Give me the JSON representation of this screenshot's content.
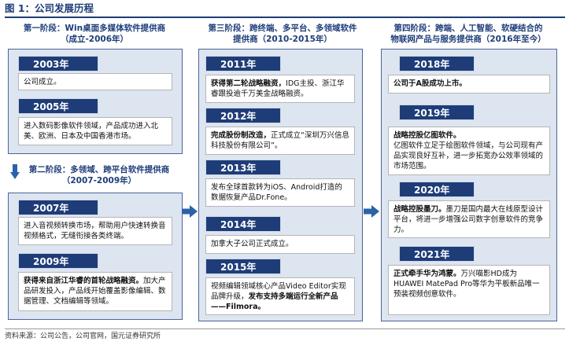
{
  "title": "图 1：公司发展历程",
  "source": "资料来源：公司公告，公司官网，国元证券研究所",
  "stages": [
    {
      "head_line1": "第一阶段：Win桌面多媒体软件提供商",
      "head_line2": "（成立-2006年）",
      "events": [
        {
          "year": "2003年",
          "text": "公司成立。"
        },
        {
          "year": "2005年",
          "text": "进入数码影像软件领域，产品成功进入北美、欧洲、日本及中国香港市场。"
        }
      ]
    },
    {
      "head_line1": "第二阶段：多领域、跨平台软件提供商",
      "head_line2": "（2007-2009年）",
      "events": [
        {
          "year": "2007年",
          "text": "进入音视频转换市场，帮助用户快速转换音视频格式，无缝衔接各类终端。"
        },
        {
          "year": "2009年",
          "text_bold": "获得来自浙江华睿的首轮战略融资。",
          "text": "加大产品研发投入，产品线开始覆盖影像编辑、数据管理、文档编辑等领域。"
        }
      ]
    },
    {
      "head_line1": "第三阶段：跨终端、多平台、多领域软件",
      "head_line2": "提供商（2010-2015年）",
      "events": [
        {
          "year": "2011年",
          "text_bold": "获得第二轮战略融资，",
          "text": "IDG主投、浙江华睿跟投逾千万美金战略融资。"
        },
        {
          "year": "2012年",
          "text_bold": "完成股份制改造，",
          "text": "正式成立“深圳万兴信息科技股份有限公司”。"
        },
        {
          "year": "2013年",
          "text": "发布全球首款转为iOS、Android打造的数据恢复产品Dr.Fone。"
        },
        {
          "year": "2014年",
          "text": "加拿大子公司正式成立。"
        },
        {
          "year": "2015年",
          "text": "视频编辑领域核心产品Video Editor实现品牌升级，",
          "text_bold": "发布支持多端运行全新产品——Filmora。"
        }
      ]
    },
    {
      "head_line1": "第四阶段：跨端、人工智能、软硬结合的",
      "head_line2": "物联网产品与服务提供商（2016年至今）",
      "events": [
        {
          "year": "2018年",
          "text_bold": "公司于A股成功上市。"
        },
        {
          "year": "2019年",
          "text_bold": "战略控股亿图软件。",
          "text": "亿图软件立足于绘图软件领域，与公司现有产品实现良好互补，进一步拓宽办公效率领域的市场范围。"
        },
        {
          "year": "2020年",
          "text_bold": "战略控股墨刀。",
          "text": "墨刀是国内最大在线原型设计平台，将进一步增强公司数字创意软件的竞争力。"
        },
        {
          "year": "2021年",
          "text_bold": "正式牵手华为鸿蒙。",
          "text": "万兴喵影HD成为HUAWEI MatePad Pro等华为平板新品唯一预装视频创意软件。"
        }
      ]
    }
  ],
  "colors": {
    "primary": "#1e3d78",
    "panel": "#dde5f1",
    "arrow": "#2b62a8"
  }
}
